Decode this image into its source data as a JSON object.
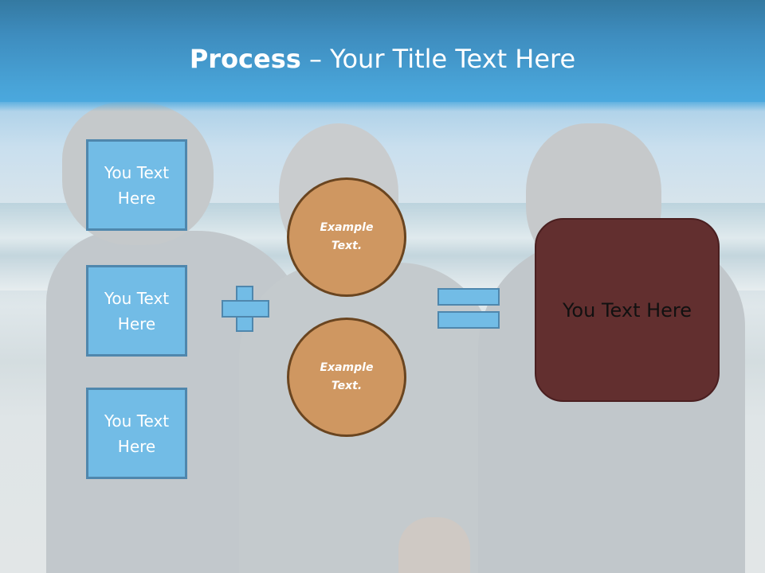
{
  "slide": {
    "title": {
      "bold": "Process",
      "rest": " – Your Title Text Here"
    },
    "input_boxes": [
      {
        "label": "You Text Here"
      },
      {
        "label": "You Text Here"
      },
      {
        "label": "You Text Here"
      }
    ],
    "operators": {
      "plus": "plus-icon",
      "equals": "equals-icon"
    },
    "circles": [
      {
        "label": "Example Text."
      },
      {
        "label": "Example Text."
      }
    ],
    "result_box": {
      "label": "You Text Here"
    },
    "colors": {
      "header_top": "#3479a1",
      "header_bottom": "#4aa8de",
      "box_fill": "#72bce6",
      "box_border": "#4f87ad",
      "circle_fill": "#cf9761",
      "circle_border": "#6a4520",
      "result_fill": "#622f2f",
      "title_text": "#ffffff"
    }
  }
}
